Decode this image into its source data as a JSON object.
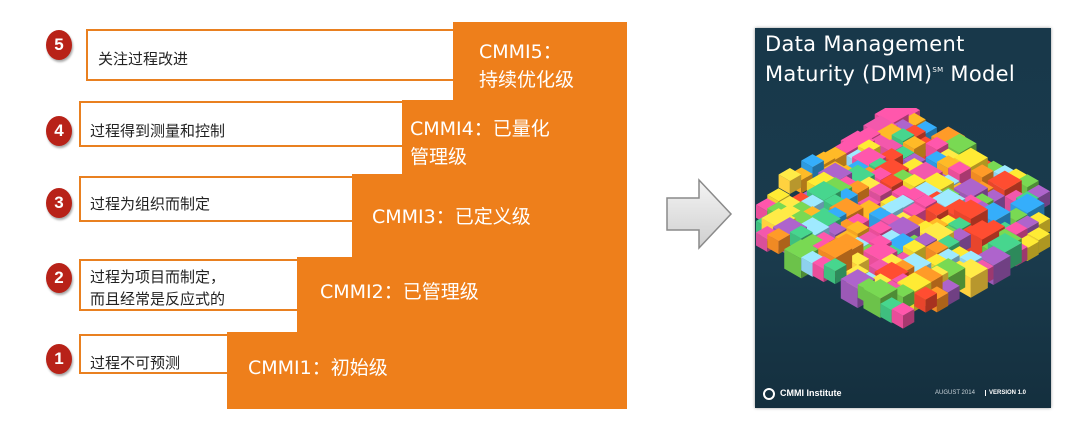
{
  "levels": [
    {
      "number": "1",
      "desc_lines": [
        "过程不可预测"
      ],
      "label_lines": [
        "CMMI1：初始级"
      ]
    },
    {
      "number": "2",
      "desc_lines": [
        "过程为项目而制定，",
        "而且经常是反应式的"
      ],
      "label_lines": [
        "CMMI2：已管理级"
      ]
    },
    {
      "number": "3",
      "desc_lines": [
        "过程为组织而制定"
      ],
      "label_lines": [
        "CMMI3：已定义级"
      ]
    },
    {
      "number": "4",
      "desc_lines": [
        "过程得到测量和控制"
      ],
      "label_lines": [
        "CMMI4：已量化",
        "管理级"
      ]
    },
    {
      "number": "5",
      "desc_lines": [
        "关注过程改进"
      ],
      "label_lines": [
        "CMMI5：",
        "持续优化级"
      ]
    }
  ],
  "cover": {
    "title_line1": "Data Management",
    "title_line2": "Maturity (DMM)",
    "title_sup": "SM",
    "title_line2_end": "Model",
    "brand": "CMMI Institute",
    "date": "AUGUST 2014",
    "version": "VERSION 1.0"
  },
  "colors": {
    "step": "#ee7f1b",
    "badge": "#b82218",
    "cover_bg": "#18384a",
    "arrow": "#d9d9d9"
  }
}
